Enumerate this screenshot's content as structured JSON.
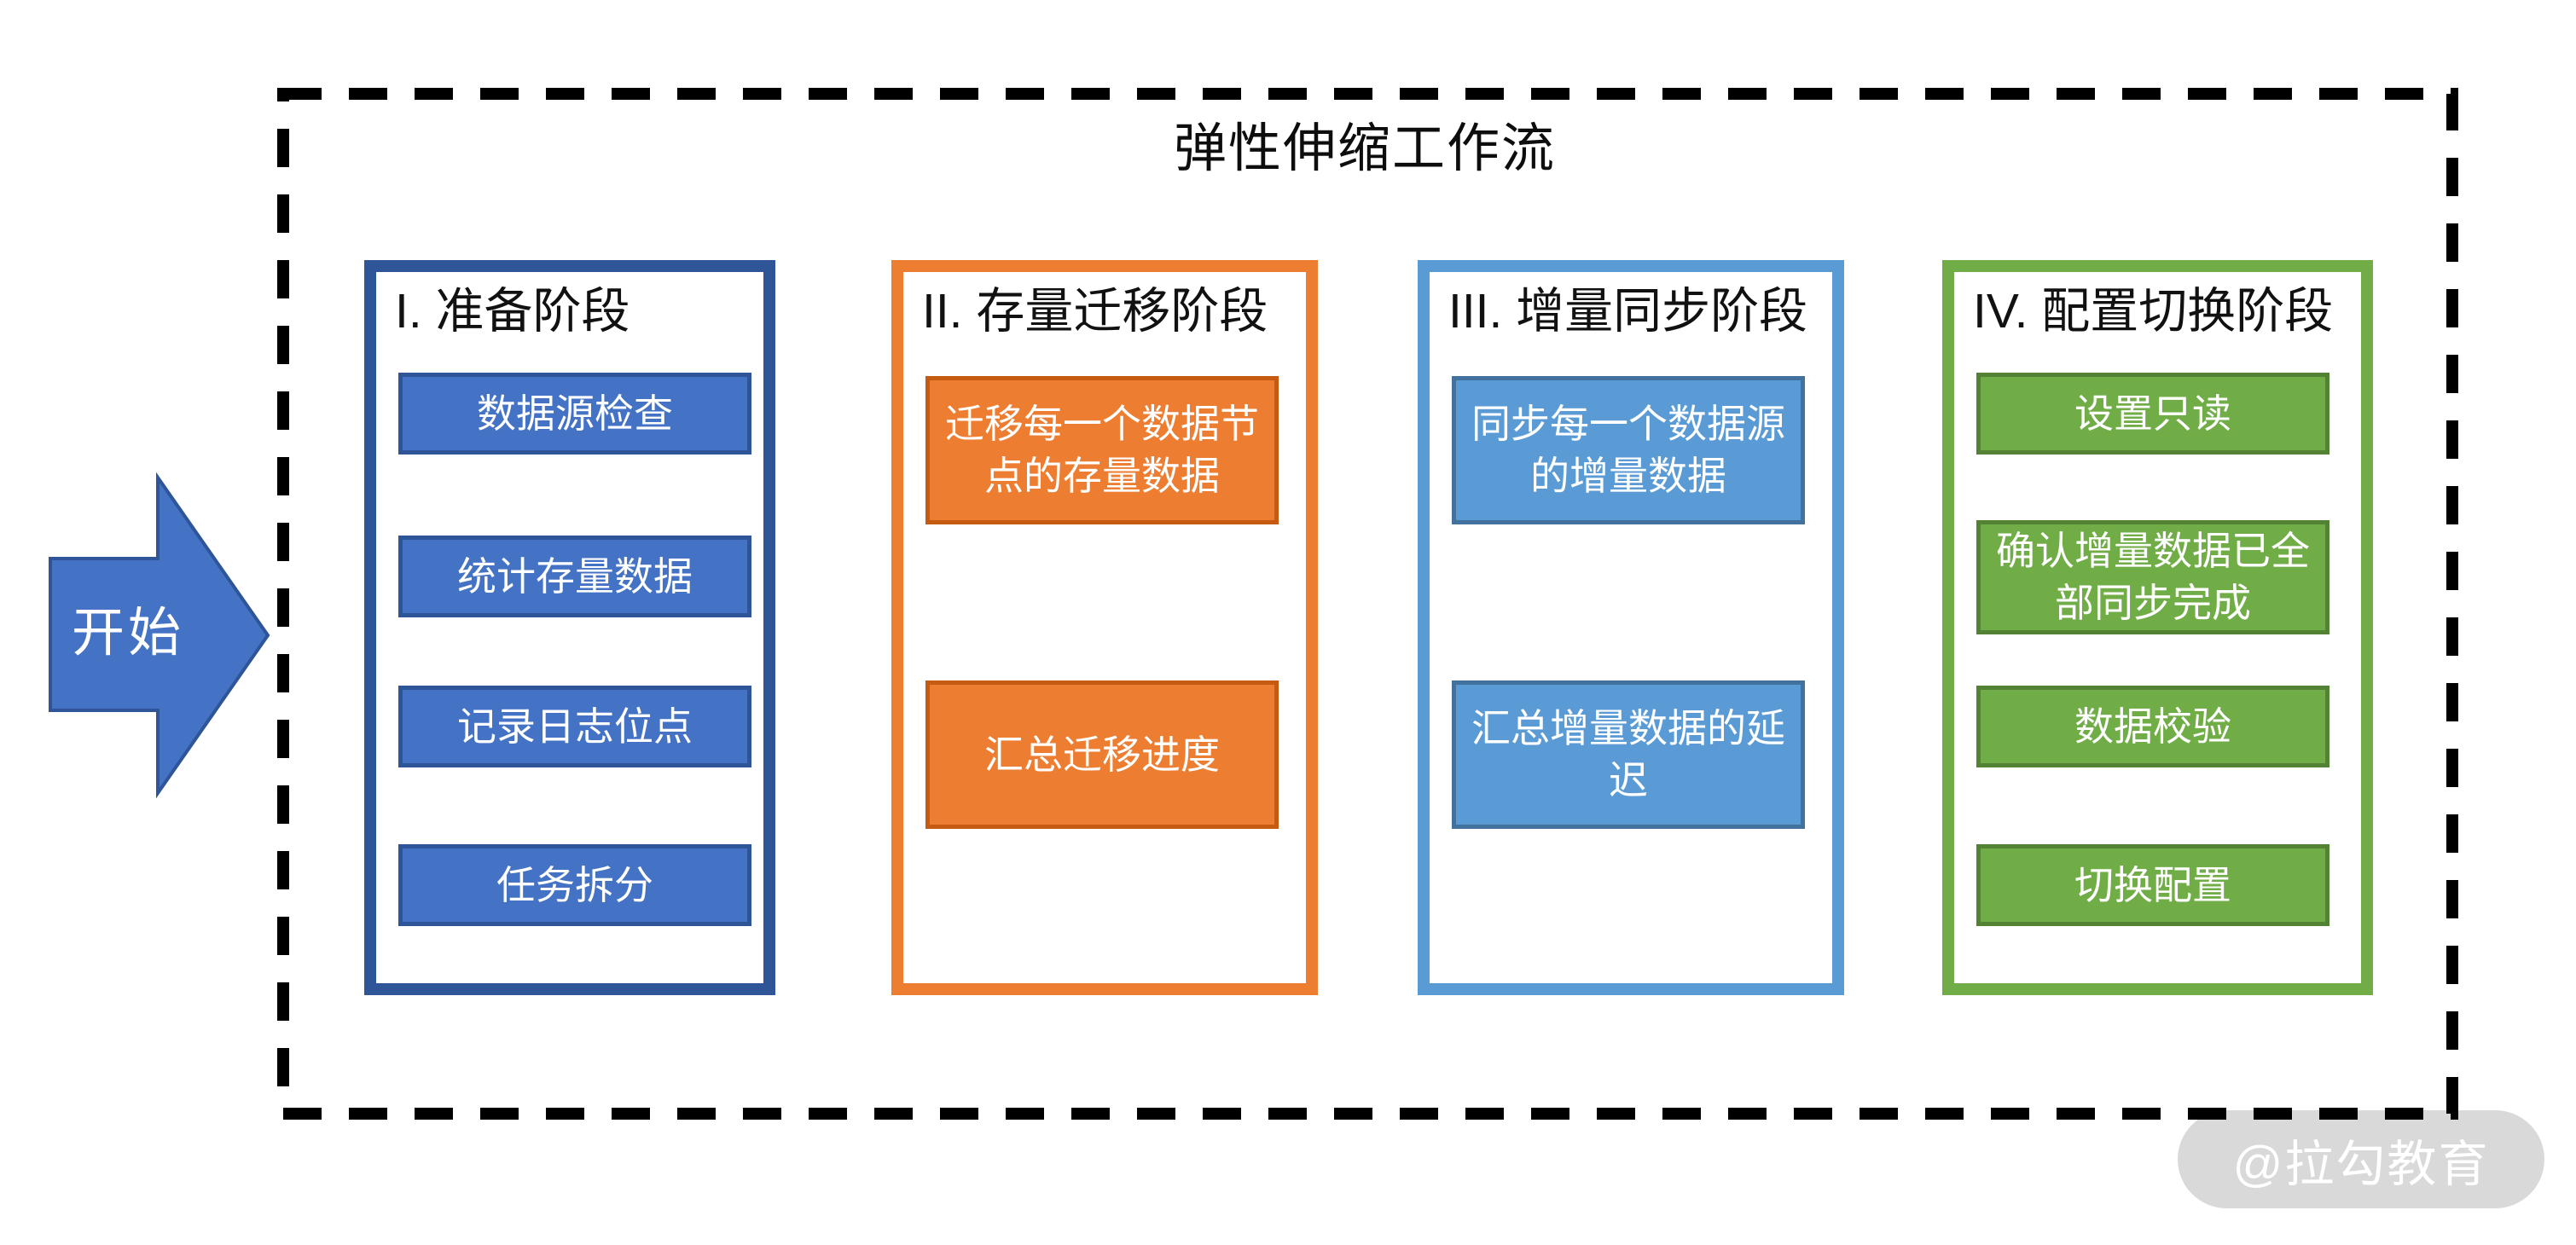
{
  "title": "弹性伸缩工作流",
  "start_arrow": {
    "label": "开始"
  },
  "watermark": {
    "label": "@拉勾教育"
  },
  "colors": {
    "frame_dash": "#000000",
    "phase1_fill": "#4472C4",
    "phase1_border": "#2E5597",
    "phase2_fill": "#ED7D31",
    "phase2_border": "#C55A11",
    "phase3_fill": "#5B9BD5",
    "phase3_border": "#41719C",
    "phase4_fill": "#70AD47",
    "phase4_border": "#548235",
    "watermark_fill": "#d9d9d9",
    "box_text": "#ffffff"
  },
  "columns": [
    {
      "heading": "I. 准备阶段",
      "boxes": [
        "数据源检查",
        "统计存量数据",
        "记录日志位点",
        "任务拆分"
      ]
    },
    {
      "heading": "II. 存量迁移阶段",
      "boxes": [
        "迁移每一个数据节\n点的存量数据",
        "汇总迁移进度"
      ]
    },
    {
      "heading": "III. 增量同步阶段",
      "boxes": [
        "同步每一个数据源\n的增量数据",
        "汇总增量数据的延\n迟"
      ]
    },
    {
      "heading": "IV. 配置切换阶段",
      "boxes": [
        "设置只读",
        "确认增量数据已全\n部同步完成",
        "数据校验",
        "切换配置"
      ]
    }
  ]
}
